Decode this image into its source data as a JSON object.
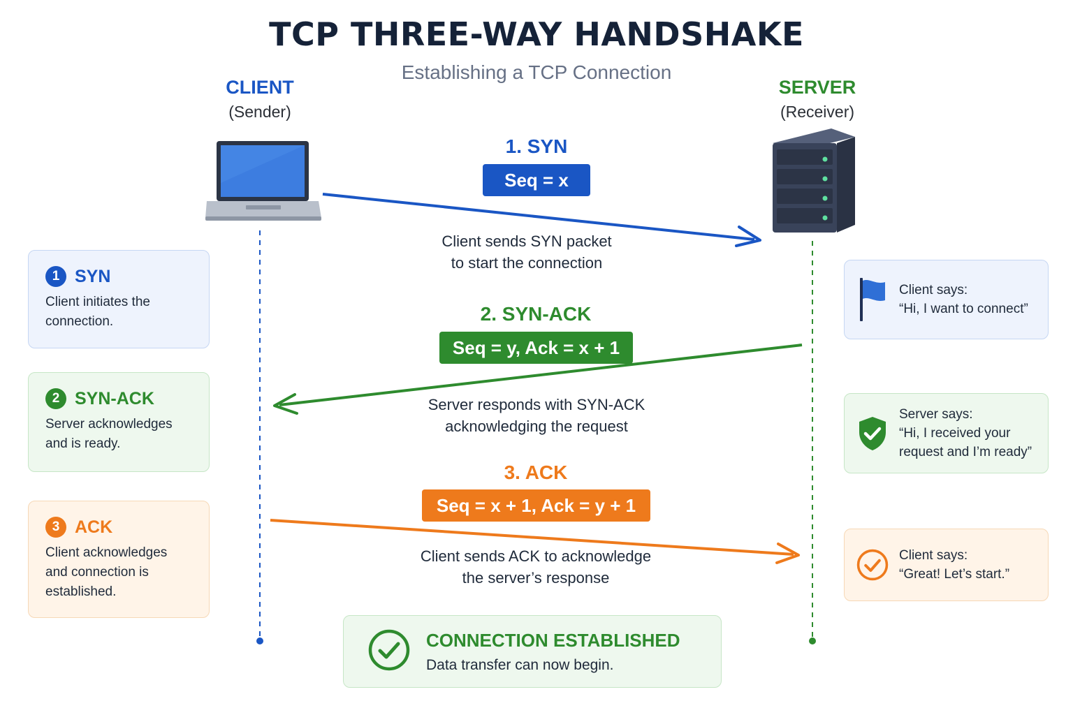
{
  "header": {
    "title": "TCP THREE-WAY HANDSHAKE",
    "subtitle": "Establishing a TCP Connection"
  },
  "client": {
    "name": "CLIENT",
    "role": "(Sender)",
    "icon": "laptop-icon",
    "color": "#1a56c4"
  },
  "server": {
    "name": "SERVER",
    "role": "(Receiver)",
    "icon": "server-icon",
    "color": "#2e8b2e"
  },
  "messages": [
    {
      "title": "1. SYN",
      "fields": "Seq = x",
      "caption_line1": "Client sends SYN packet",
      "caption_line2": "to start the connection",
      "color": "#1a56c4",
      "direction": "client-to-server"
    },
    {
      "title": "2. SYN-ACK",
      "fields": "Seq = y, Ack = x + 1",
      "caption_line1": "Server responds with SYN-ACK",
      "caption_line2": "acknowledging the request",
      "color": "#2e8b2e",
      "direction": "server-to-client"
    },
    {
      "title": "3. ACK",
      "fields": "Seq = x + 1, Ack = y + 1",
      "caption_line1": "Client sends ACK to acknowledge",
      "caption_line2": "the server’s response",
      "color": "#ee7a1c",
      "direction": "client-to-server"
    }
  ],
  "steps": [
    {
      "number": "1",
      "title": "SYN",
      "desc_line1": "Client initiates the",
      "desc_line2": "connection.",
      "desc_line3": "",
      "color": "#1a56c4",
      "bg": "#eef3fd",
      "border": "#c5d6f3"
    },
    {
      "number": "2",
      "title": "SYN-ACK",
      "desc_line1": "Server acknowledges",
      "desc_line2": "and is ready.",
      "desc_line3": "",
      "color": "#2e8b2e",
      "bg": "#eef8ee",
      "border": "#c6e6c6"
    },
    {
      "number": "3",
      "title": "ACK",
      "desc_line1": "Client acknowledges",
      "desc_line2": "and connection is",
      "desc_line3": "established.",
      "color": "#ee7a1c",
      "bg": "#fff4e8",
      "border": "#f6d8b6"
    }
  ],
  "says": [
    {
      "icon": "flag-icon",
      "line1": "Client says:",
      "line2": "“Hi, I want to connect”",
      "line3": "",
      "bg": "#eef3fd",
      "border": "#c5d6f3"
    },
    {
      "icon": "shield-check-icon",
      "line1": "Server says:",
      "line2": "“Hi, I received your",
      "line3": "request and I’m ready”",
      "bg": "#eef8ee",
      "border": "#c6e6c6"
    },
    {
      "icon": "check-circle-icon",
      "line1": "Client says:",
      "line2": "“Great! Let’s start.”",
      "line3": "",
      "bg": "#fff4e8",
      "border": "#f6d8b6"
    }
  ],
  "established": {
    "title": "CONNECTION ESTABLISHED",
    "subtitle": "Data transfer can now begin.",
    "icon": "check-circle-icon"
  }
}
